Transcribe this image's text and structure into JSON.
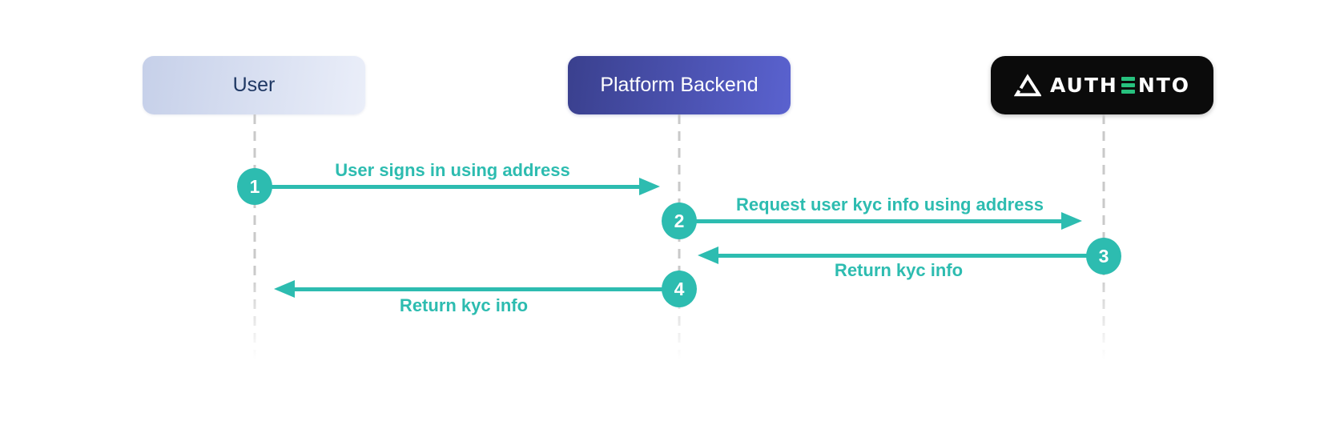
{
  "diagram": {
    "type": "sequence-diagram",
    "actors": [
      {
        "label": "User"
      },
      {
        "label": "Platform Backend"
      },
      {
        "label": "AUTHENTO",
        "logo": {
          "icon": "authento-triangle-icon",
          "before_e": "AUTH",
          "after_e": "NTO",
          "e_glyph": "three-green-bars"
        }
      }
    ],
    "messages": [
      {
        "step": "1",
        "from": "User",
        "to": "Platform Backend",
        "direction": "right",
        "label": "User signs in using address"
      },
      {
        "step": "2",
        "from": "Platform Backend",
        "to": "AUTHENTO",
        "direction": "right",
        "label": "Request user kyc info using address"
      },
      {
        "step": "3",
        "from": "AUTHENTO",
        "to": "Platform Backend",
        "direction": "left",
        "label": "Return kyc info"
      },
      {
        "step": "4",
        "from": "Platform Backend",
        "to": "User",
        "direction": "left",
        "label": "Return kyc info"
      }
    ],
    "colors": {
      "accent": "#2dbcb0",
      "lifeline": "#c9c9c9",
      "user_from": "#c6d0e9",
      "user_to": "#eaeef9",
      "user_text": "#1f3864",
      "platform_from": "#3a408e",
      "platform_to": "#5a62cf",
      "platform_text": "#ffffff",
      "authento_bg": "#0b0b0b",
      "authento_green": "#27c17e"
    }
  }
}
